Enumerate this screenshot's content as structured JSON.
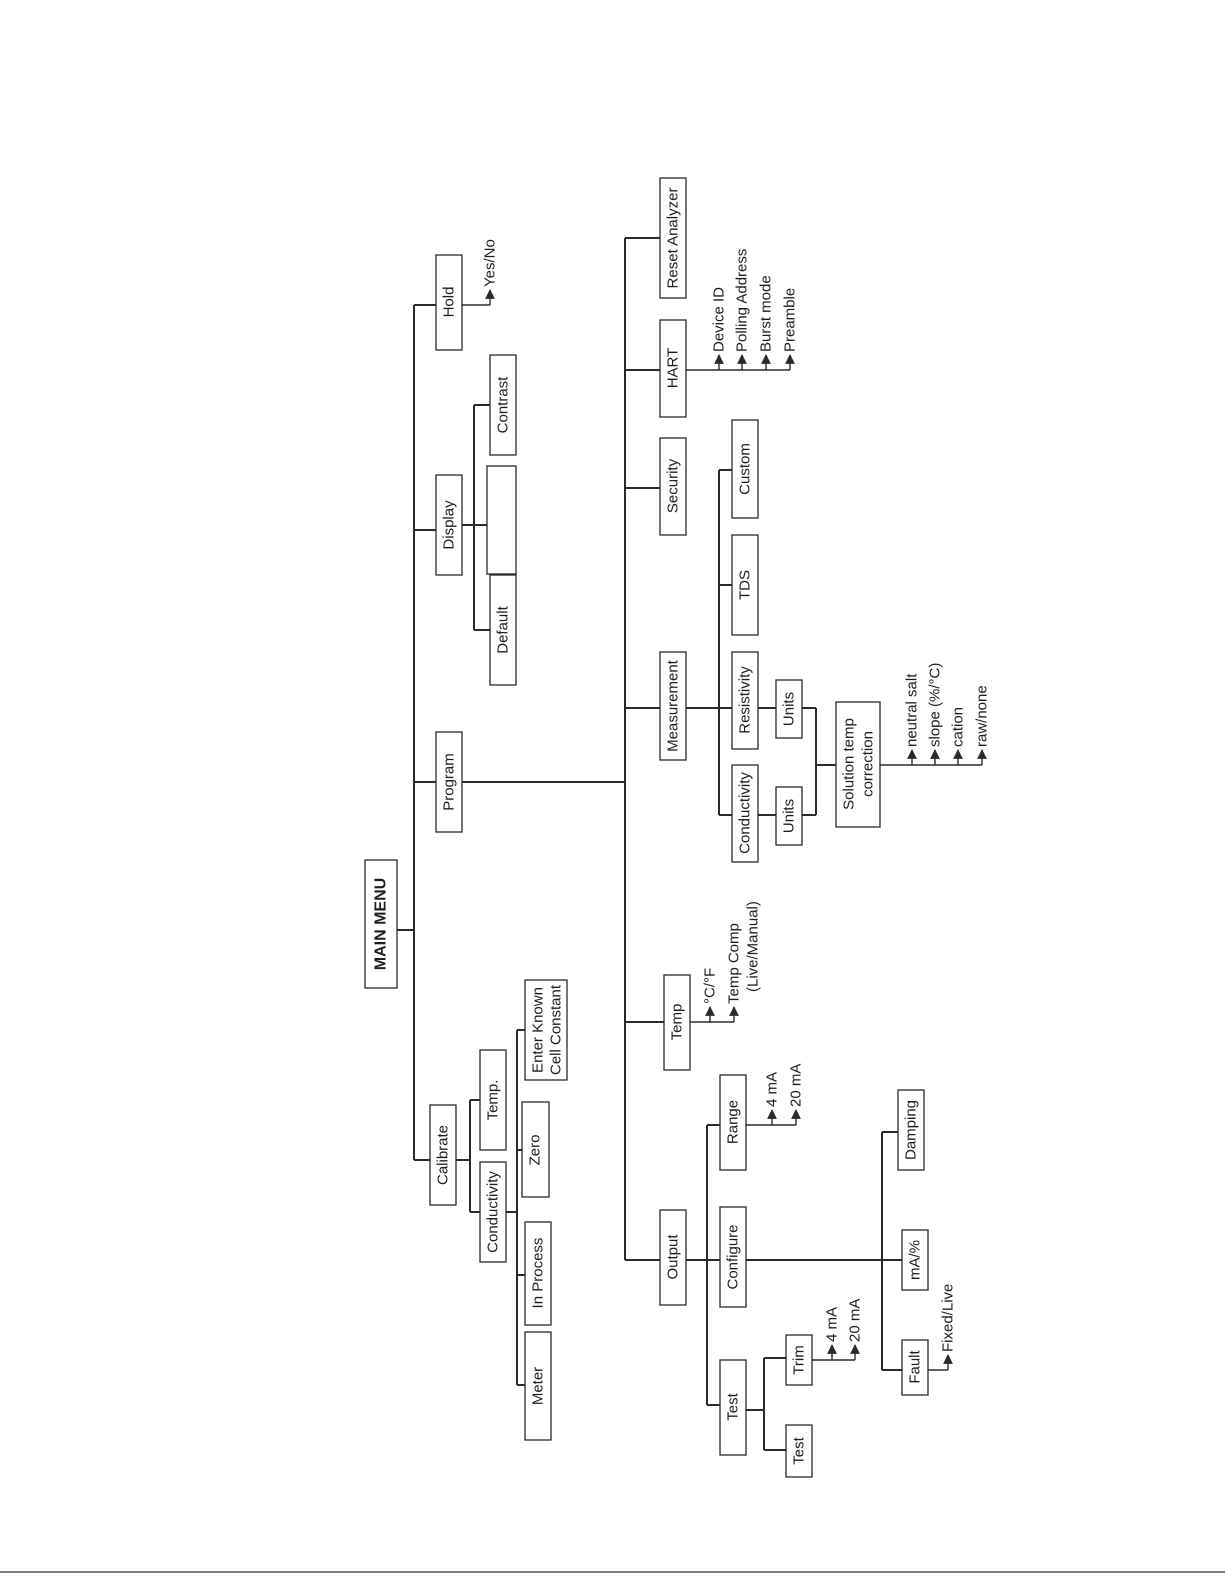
{
  "diagram": {
    "title": "MAIN MENU",
    "calibrate": {
      "label": "Calibrate",
      "conductivity": "Conductivity",
      "temp": "Temp.",
      "meter": "Meter",
      "in_process": "In Process",
      "zero": "Zero",
      "enter_known_1": "Enter Known",
      "enter_known_2": "Cell Constant"
    },
    "program": {
      "label": "Program",
      "output": {
        "label": "Output",
        "test": "Test",
        "test_sub": "Test",
        "trim": "Trim",
        "trim_4": "4 mA",
        "trim_20": "20 mA",
        "configure": "Configure",
        "fault": "Fault",
        "fault_opt": "Fixed/Live",
        "ma_pct": "mA/%",
        "damping": "Damping",
        "range": "Range",
        "range_4": "4 mA",
        "range_20": "20 mA"
      },
      "temp": {
        "label": "Temp",
        "unit": "°C/°F",
        "comp_1": "Temp Comp",
        "comp_2": "(Live/Manual)"
      },
      "measurement": {
        "label": "Measurement",
        "conductivity": "Conductivity",
        "resistivity": "Resistivity",
        "tds": "TDS",
        "custom": "Custom",
        "units_1": "Units",
        "units_2": "Units",
        "solution_1": "Solution temp",
        "solution_2": "correction",
        "sol_opts": [
          "neutral salt",
          "slope (%/°C)",
          "cation",
          "raw/none"
        ]
      },
      "security": "Security",
      "hart": {
        "label": "HART",
        "opts": [
          "Device ID",
          "Polling Address",
          "Burst mode",
          "Preamble"
        ]
      },
      "reset": "Reset Analyzer"
    },
    "display": {
      "label": "Display",
      "default": "Default",
      "blank": "",
      "contrast": "Contrast"
    },
    "hold": {
      "label": "Hold",
      "opt": "Yes/No"
    }
  }
}
